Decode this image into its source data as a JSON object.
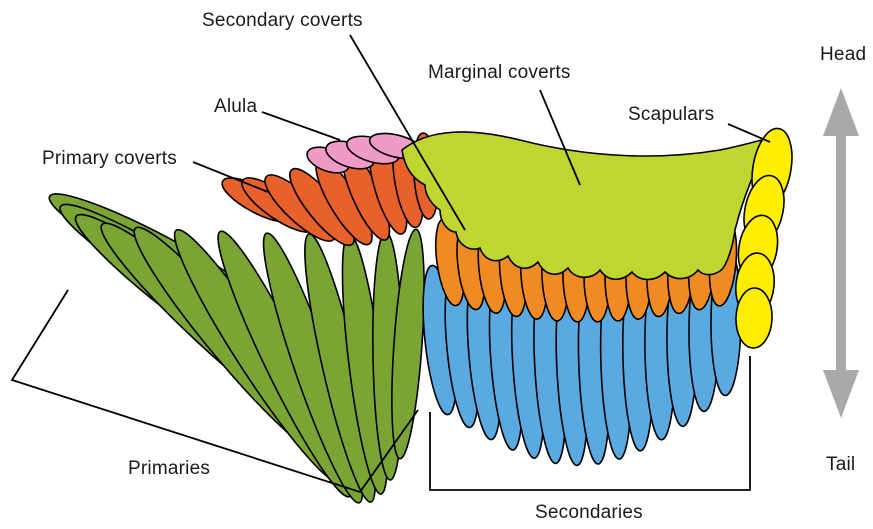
{
  "labels": {
    "secondary_coverts": "Secondary coverts",
    "marginal_coverts": "Marginal coverts",
    "alula": "Alula",
    "primary_coverts": "Primary coverts",
    "scapulars": "Scapulars",
    "primaries": "Primaries",
    "secondaries": "Secondaries",
    "head": "Head",
    "tail": "Tail"
  },
  "colors": {
    "primaries": "#7aa534",
    "secondaries": "#5aa9e0",
    "secondary_coverts": "#f08a24",
    "primary_coverts": "#e8602a",
    "alula": "#f09ac8",
    "marginal_coverts": "#bfd630",
    "scapulars": "#ffee00",
    "arrow": "#a9a9a9"
  },
  "icons": {
    "orientation": "double-arrow-vertical"
  }
}
